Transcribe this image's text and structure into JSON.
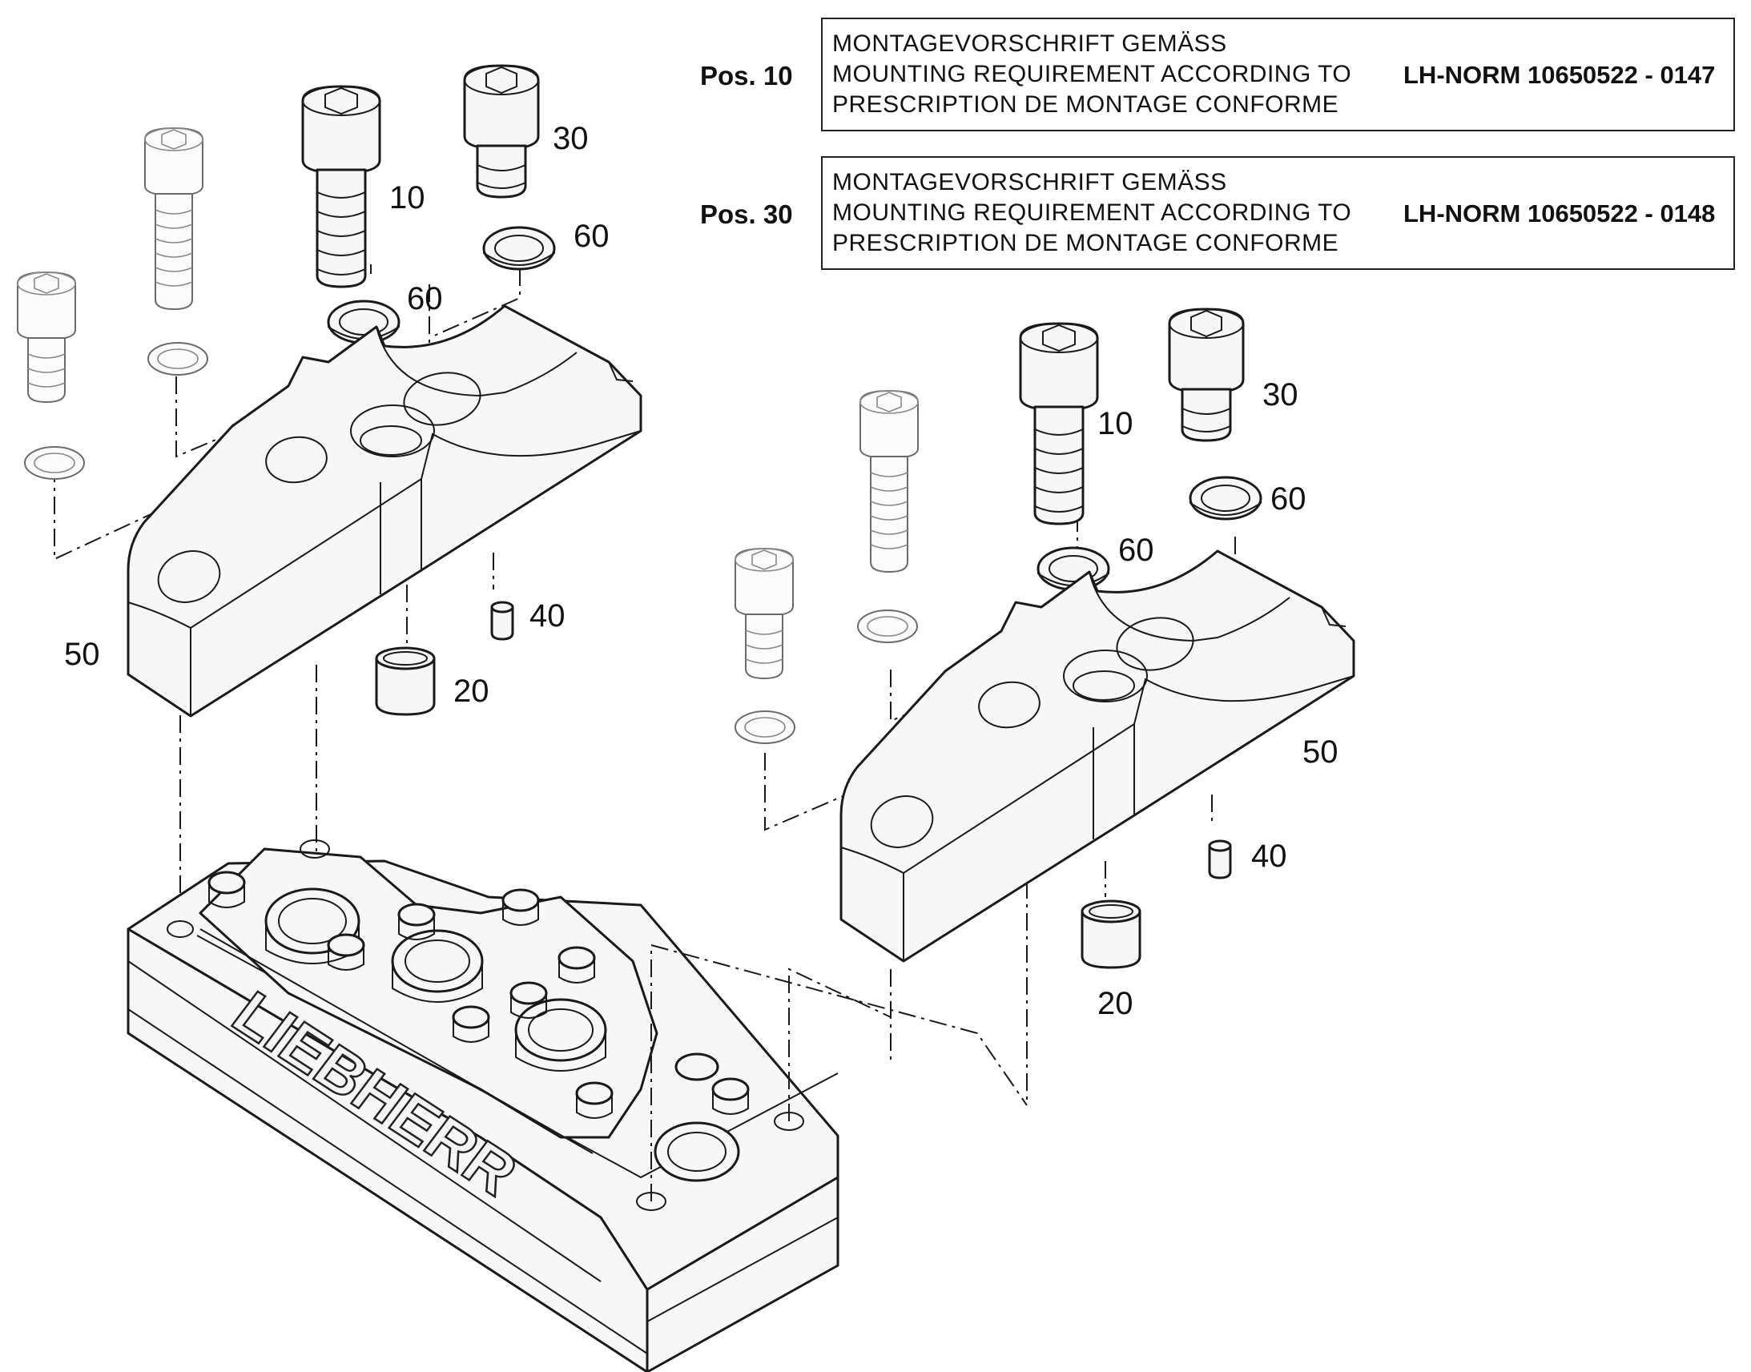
{
  "notes": [
    {
      "pos_label": "Pos. 10",
      "lines": [
        "MONTAGEVORSCHRIFT GEMÄSS",
        "MOUNTING REQUIREMENT ACCORDING TO",
        "PRESCRIPTION DE MONTAGE CONFORME"
      ],
      "norm": "LH-NORM 10650522 - 0147"
    },
    {
      "pos_label": "Pos. 30",
      "lines": [
        "MONTAGEVORSCHRIFT GEMÄSS",
        "MOUNTING REQUIREMENT ACCORDING TO",
        "PRESCRIPTION DE MONTAGE CONFORME"
      ],
      "norm": "LH-NORM 10650522 - 0148"
    }
  ],
  "callouts": {
    "left": {
      "screw_10": "10",
      "screw_30": "30",
      "washer_60_a": "60",
      "washer_60_b": "60",
      "bushing_20": "20",
      "pin_40": "40",
      "bracket_50": "50"
    },
    "right": {
      "screw_10": "10",
      "screw_30": "30",
      "washer_60_a": "60",
      "washer_60_b": "60",
      "bushing_20": "20",
      "pin_40": "40",
      "bracket_50": "50"
    }
  },
  "logo_text": "LIEBHERR"
}
